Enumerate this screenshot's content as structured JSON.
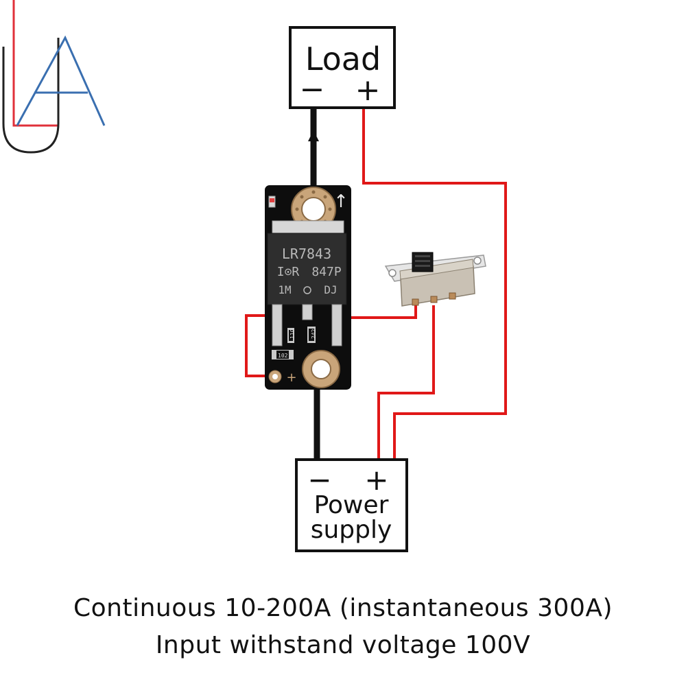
{
  "load_box": {
    "title": "Load",
    "minus": "−",
    "plus": "+"
  },
  "power_box": {
    "minus": "−",
    "plus": "+",
    "line1": "Power",
    "line2": "supply"
  },
  "chip": {
    "line1": "LR7843",
    "logo": "I⊙R",
    "code": "847P",
    "line3_left": "1M",
    "line3_right": "DJ"
  },
  "board": {
    "resistor_1": "110",
    "resistor_2": "242",
    "resistor_3": "102",
    "pad_plus": "+",
    "arrow": "↑"
  },
  "caption": {
    "line1": "Continuous 10-200A (instantaneous 300A)",
    "line2": "Input withstand voltage 100V"
  },
  "colors": {
    "wire_red": "#e01818",
    "wire_black": "#111111",
    "logo_red": "#e0303a",
    "logo_blue": "#3a6fb0",
    "board": "#0d0d0d",
    "copper": "#c9a57a",
    "chip": "#2e2e2e"
  }
}
